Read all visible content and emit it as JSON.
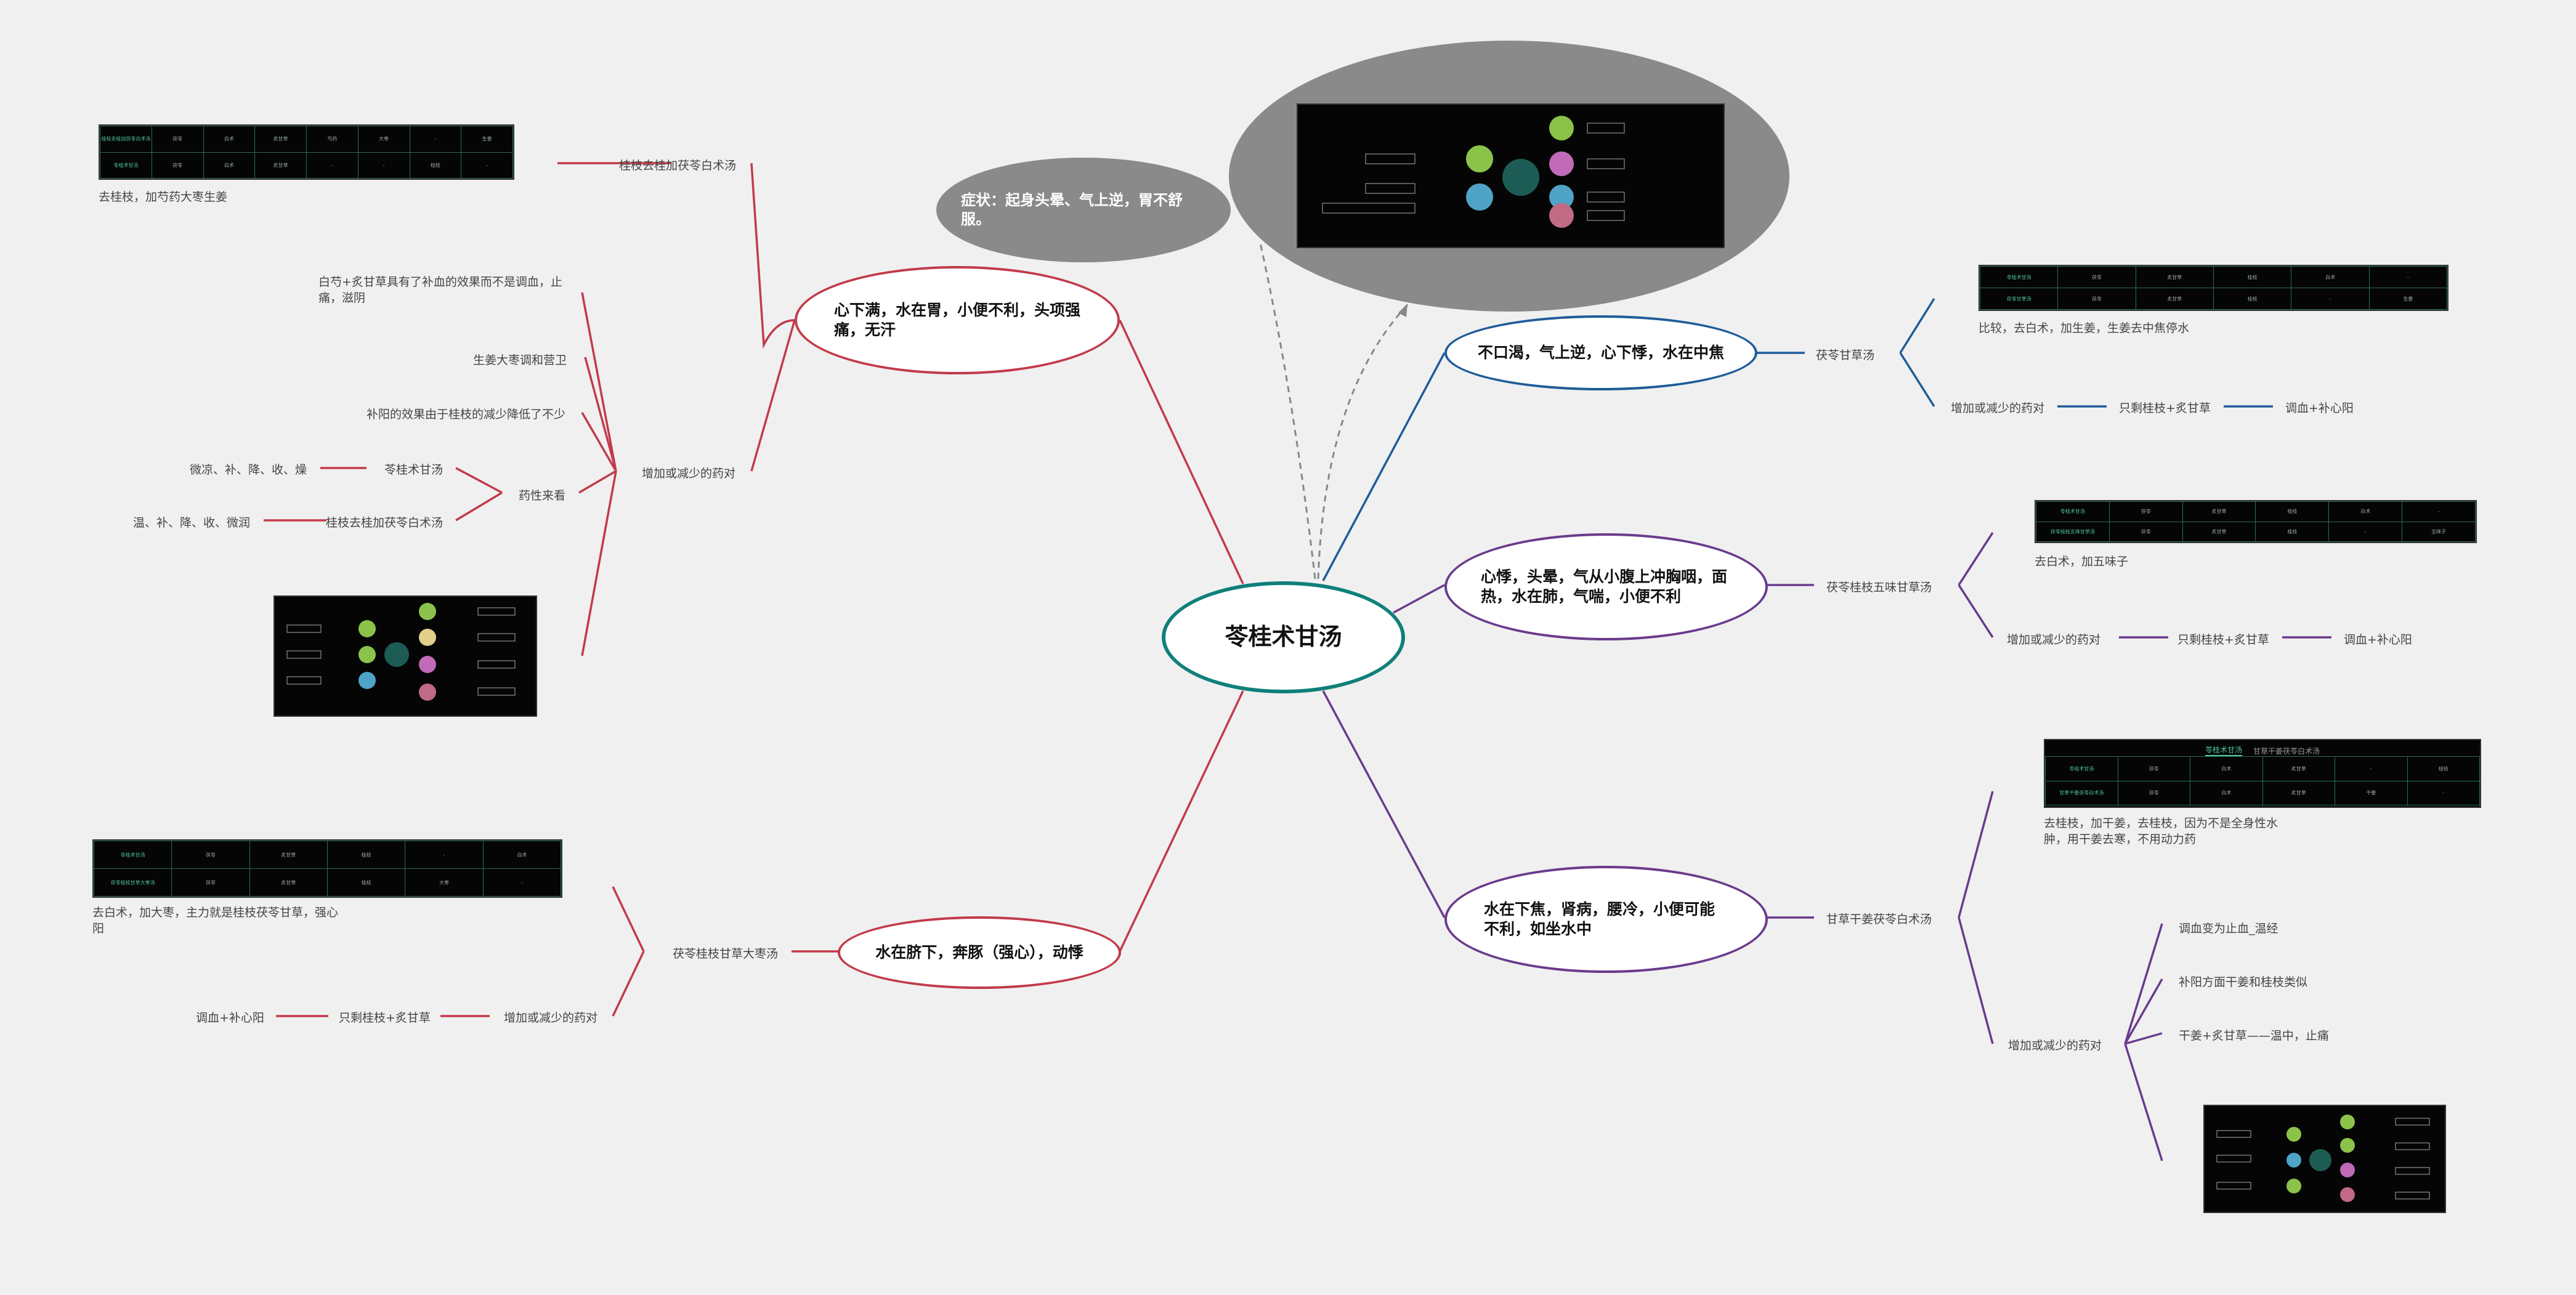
{
  "center": "苓桂术甘汤",
  "tooltip_symptom": "症状：起身头晕、气上逆，胃不舒服。",
  "branches": {
    "top_left": {
      "title": "心下满，水在胃，小便不利，头项强痛，无汗",
      "formula": "桂枝去桂加茯苓白术汤",
      "formula_note": "去桂枝，加芍药大枣生姜",
      "adjust": "增加或减少的药对",
      "items": [
        "白芍+炙甘草具有了补血的效果而不是调血，止痛，滋阴",
        "生姜大枣调和营卫",
        "补阳的效果由于桂枝的减少降低了不少"
      ],
      "source_label": "药性来看",
      "compare": [
        {
          "formula": "苓桂术甘汤",
          "props": "微凉、补、降、收、燥"
        },
        {
          "formula": "桂枝去桂加茯苓白术汤",
          "props": "温、补、降、收、微润"
        }
      ]
    },
    "bottom_left": {
      "title": "水在脐下，奔豚（强心），动悸",
      "formula": "茯苓桂枝甘草大枣汤",
      "formula_note": "去白术，加大枣，主力就是桂枝茯苓甘草，强心阳",
      "adjust": "增加或减少的药对",
      "pair": "只剩桂枝+炙甘草",
      "effect": "调血+补心阳"
    },
    "right1": {
      "title": "不口渴，气上逆，心下悸，水在中焦",
      "formula": "茯苓甘草汤",
      "formula_note": "比较，去白术，加生姜，生姜去中焦停水",
      "adjust": "增加或减少的药对",
      "pair": "只剩桂枝+炙甘草",
      "effect": "调血+补心阳"
    },
    "right2": {
      "title": "心悸，头晕，气从小腹上冲胸咽，面热，水在肺，气喘，小便不利",
      "formula": "茯苓桂枝五味甘草汤",
      "formula_note": "去白术，加五味子",
      "adjust": "增加或减少的药对",
      "pair": "只剩桂枝+炙甘草",
      "effect": "调血+补心阳"
    },
    "right3": {
      "title": "水在下焦，肾病，腰冷，小便可能不利，如坐水中",
      "formula": "甘草干姜茯苓白术汤",
      "formula_note": "去桂枝，加干姜，去桂枝，因为不是全身性水肿，用干姜去寒，不用动力药",
      "adjust": "增加或减少的药对",
      "items": [
        "调血变为止血_温经",
        "补阳方面干姜和桂枝类似",
        "干姜+炙甘草——温中，止痛"
      ]
    }
  },
  "thumb_tabs": [
    "苓桂术甘汤",
    "甘草干姜茯苓白术汤"
  ],
  "tables": {
    "t1": [
      [
        "桂枝去桂加茯苓白术汤",
        "茯苓",
        "白术",
        "炙甘草",
        "芍药",
        "大枣",
        "-",
        "生姜"
      ],
      [
        "苓桂术甘汤",
        "茯苓",
        "白术",
        "炙甘草",
        "-",
        "-",
        "桂枝",
        "-"
      ]
    ],
    "t2": [
      [
        "苓桂术甘汤",
        "茯苓",
        "炙甘草",
        "桂枝",
        "-",
        "白术"
      ],
      [
        "茯苓桂枝甘草大枣汤",
        "茯苓",
        "炙甘草",
        "桂枝",
        "大枣",
        "-"
      ]
    ],
    "t3": [
      [
        "苓桂术甘汤",
        "茯苓",
        "炙甘草",
        "桂枝",
        "白术",
        "-"
      ],
      [
        "茯苓甘草汤",
        "茯苓",
        "炙甘草",
        "桂枝",
        "-",
        "生姜"
      ]
    ],
    "t4": [
      [
        "苓桂术甘汤",
        "茯苓",
        "炙甘草",
        "桂枝",
        "白术",
        "-"
      ],
      [
        "茯苓桂枝五味甘草汤",
        "茯苓",
        "炙甘草",
        "桂枝",
        "-",
        "五味子"
      ]
    ],
    "t5": [
      [
        "苓桂术甘汤",
        "茯苓",
        "白术",
        "炙甘草",
        "-",
        "桂枝"
      ],
      [
        "甘草干姜茯苓白术汤",
        "茯苓",
        "白术",
        "炙甘草",
        "干姜",
        "-"
      ]
    ]
  },
  "colors": {
    "center": "#0f7f7a",
    "red": "#c23b4b",
    "blue": "#1f5c99",
    "purple": "#6a3b8c",
    "tooltip": "#8a8a8a"
  }
}
